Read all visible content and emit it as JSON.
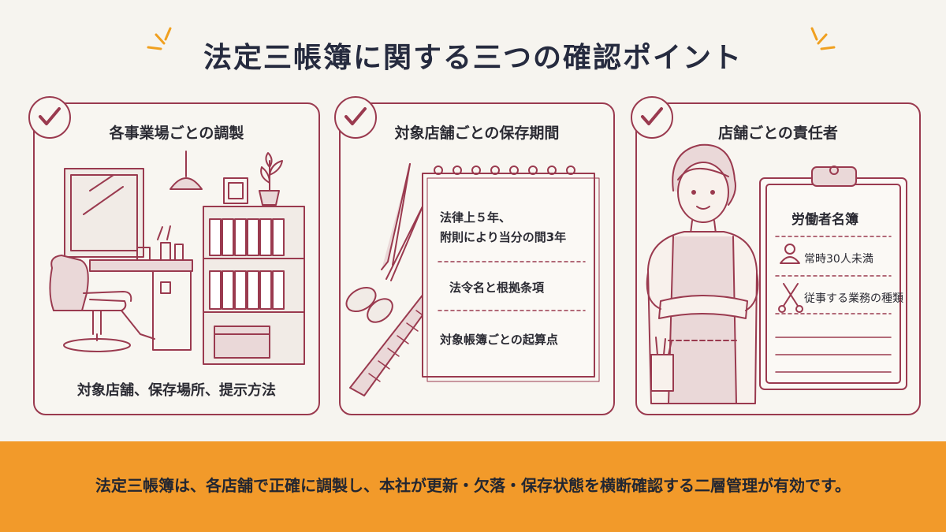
{
  "title": "法定三帳簿に関する三つの確認ポイント",
  "colors": {
    "accent": "#9a3a4f",
    "orange": "#f29a2a",
    "spark": "#f0a020",
    "ink": "#262b3f"
  },
  "panels": [
    {
      "title": "各事業場ごとの調製",
      "caption": "対象店舗、保存場所、提示方法",
      "icons": [
        "check-icon",
        "barber-chair-icon",
        "mirror-icon",
        "lamp-icon",
        "shelf-icon",
        "plant-icon"
      ]
    },
    {
      "title": "対象店舗ごとの保存期間",
      "notepad": {
        "line1": "法律上５年、",
        "line2": "附則により当分の間3年",
        "item2": "法令名と根拠条項",
        "item3": "対象帳簿ごとの起算点"
      },
      "icons": [
        "check-icon",
        "scissors-icon",
        "comb-icon",
        "notepad-icon"
      ]
    },
    {
      "title": "店舗ごとの責任者",
      "clipboard": {
        "heading": "労働者名簿",
        "row1": "常時30人未満",
        "row2": "従事する業務の種類"
      },
      "icons": [
        "check-icon",
        "barber-person-icon",
        "clipboard-icon",
        "person-icon",
        "scissors-icon"
      ]
    }
  ],
  "footer": "法定三帳簿は、各店舗で正確に調製し、本社が更新・欠落・保存状態を横断確認する二層管理が有効です。"
}
